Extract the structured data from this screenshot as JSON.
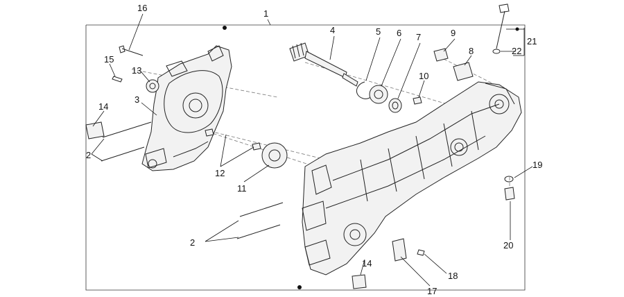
{
  "diagram": {
    "labels": {
      "p1": "1",
      "p2a": "2",
      "p2b": "2",
      "p3": "3",
      "p4": "4",
      "p5": "5",
      "p6": "6",
      "p7": "7",
      "p8": "8",
      "p9": "9",
      "p10": "10",
      "p11": "11",
      "p12": "12",
      "p13": "13",
      "p14a": "14",
      "p14b": "14",
      "p15": "15",
      "p16": "16",
      "p17": "17",
      "p18": "18",
      "p19": "19",
      "p20": "20",
      "p21": "21",
      "p22": "22"
    }
  }
}
